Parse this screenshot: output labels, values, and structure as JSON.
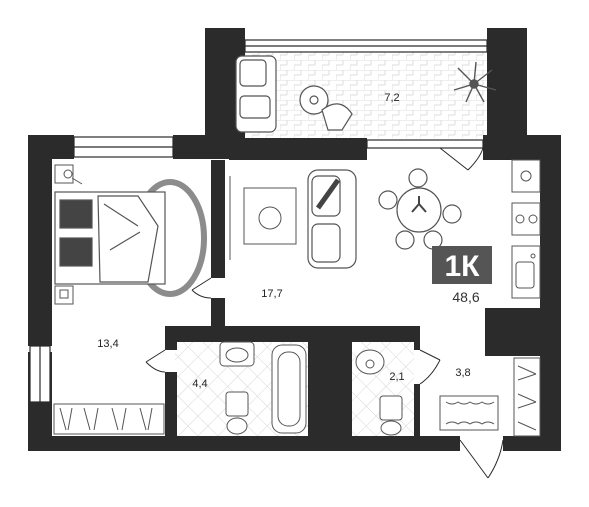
{
  "plan": {
    "type_badge": "1К",
    "total_area": "48,6",
    "rooms": {
      "balcony": "7,2",
      "living": "17,7",
      "bedroom": "13,4",
      "bathroom": "4,4",
      "toilet": "2,1",
      "hall": "3,8"
    }
  },
  "colors": {
    "wall": "#2b2b2b",
    "badge": "#555555",
    "furniture": "#9a9a9a",
    "floor_tile_line": "#cccccc"
  },
  "icons": [
    "bed",
    "armchair",
    "sofa",
    "dining-table",
    "stove",
    "sink",
    "bathtub",
    "toilet",
    "plant",
    "rug",
    "wardrobe"
  ]
}
